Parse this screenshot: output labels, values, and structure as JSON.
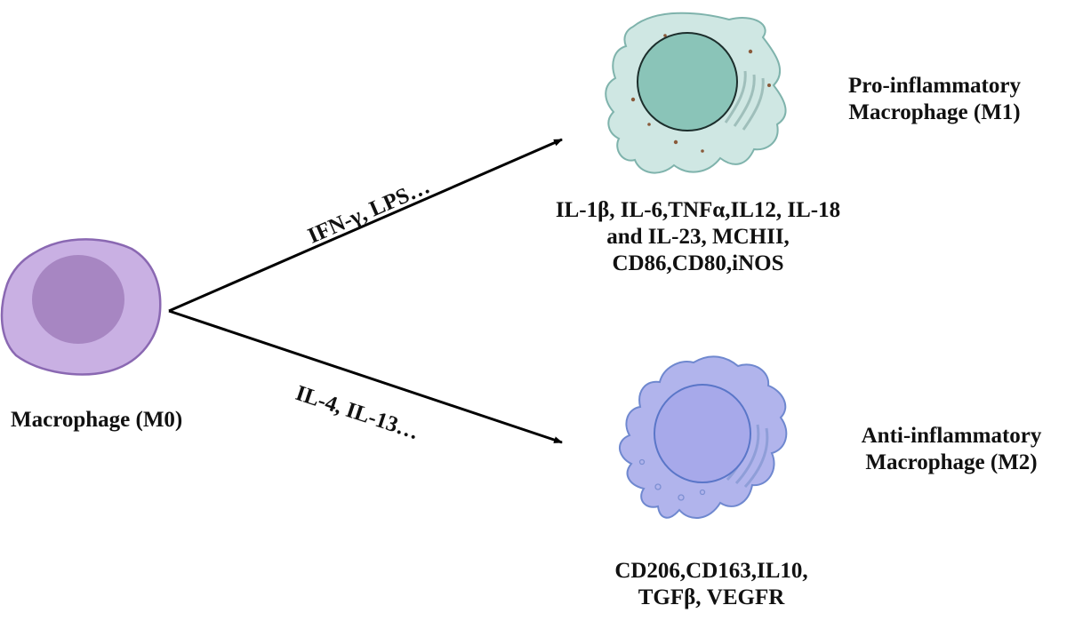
{
  "nodes": {
    "m0": {
      "label": "Macrophage (M0)"
    },
    "m1": {
      "title_line1": "Pro-inflammatory",
      "title_line2": "Macrophage (M1)",
      "markers": [
        "IL-1β, IL-6,TNFα,IL12, IL-18",
        "and IL-23, MCHII,",
        "CD86,CD80,iNOS"
      ]
    },
    "m2": {
      "title_line1": "Anti-inflammatory",
      "title_line2": "Macrophage (M2)",
      "markers": [
        "CD206,CD163,IL10,",
        "TGFβ, VEGFR"
      ]
    }
  },
  "edges": {
    "to_m1": {
      "label": "IFN-γ, LPS…"
    },
    "to_m2": {
      "label": "IL-4, IL-13…"
    }
  },
  "colors": {
    "m0_cell": "#c9b0e3",
    "m0_nucleus": "#a786c2",
    "m0_border": "#8a68b2",
    "m1_cell": "#cfe7e3",
    "m1_nucleus": "#8ac4b8",
    "m1_border": "#7fb3ac",
    "m2_cell": "#b1b4ec",
    "m2_nucleus": "#a7a9ea",
    "m2_border": "#6f88cf",
    "arrow": "#000000"
  }
}
